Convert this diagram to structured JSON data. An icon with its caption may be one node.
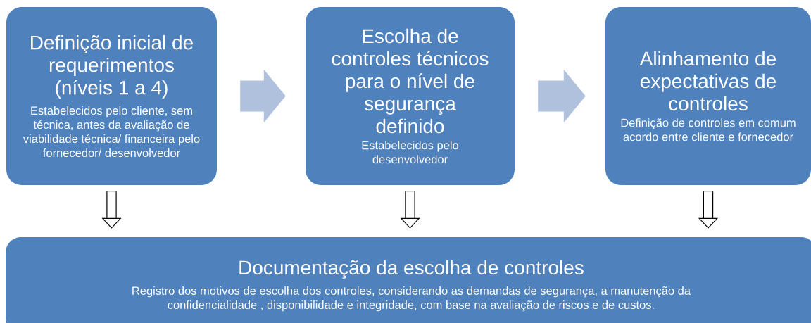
{
  "diagram": {
    "nodes": [
      {
        "text": [
          "Definição inicial de requerimentos (níveis 1 a 4)",
          "Estabelecidos pelo cliente, sem técnica, antes da avaliação de viabilidade técnica/ financeira pelo fornecedor/ desenvolvedor"
        ]
      },
      {
        "text": [
          "Escolha de controles técnicos para o nível de segurança definido",
          "Estabelecidos pelo desenvolvedor"
        ]
      },
      {
        "text": [
          "Alinhamento de expectativas de controles",
          "Definição de controles em comum acordo entre cliente e fornecedor"
        ]
      },
      {
        "text": [
          "Documentação da escolha de controles",
          "Registro dos motivos de escolha dos controles, considerando as demandas de segurança, a manutenção da confidencialidade , disponibilidade e integridade, com base na avaliação de riscos e de custos."
        ]
      }
    ],
    "edges": [
      {
        "from": 0,
        "to": 1,
        "arrow": "to",
        "style": "thick",
        "color": "#b0c1dd"
      },
      {
        "from": 1,
        "to": 2,
        "arrow": "to",
        "style": "thick",
        "color": "#b0c1dd"
      },
      {
        "from": 0,
        "to": 3,
        "arrow": "to"
      },
      {
        "from": 1,
        "to": 3,
        "arrow": "to"
      },
      {
        "from": 2,
        "to": 3,
        "arrow": "to"
      }
    ]
  }
}
